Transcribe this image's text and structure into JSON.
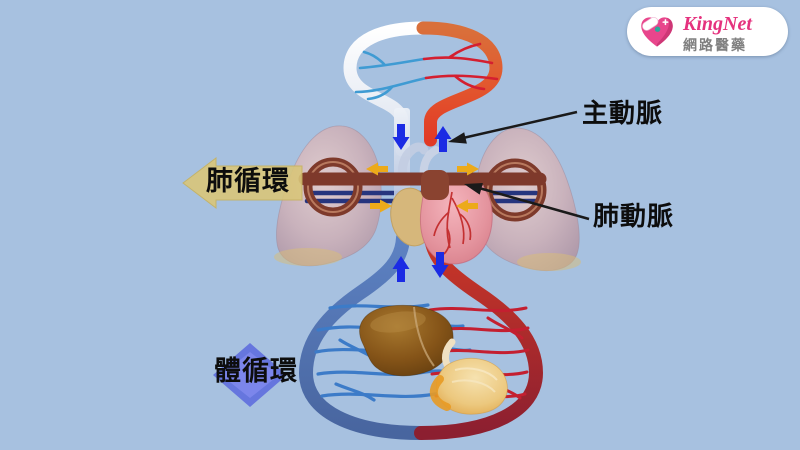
{
  "labels": {
    "aorta": "主動脈",
    "pulmonary_artery": "肺動脈",
    "pulmonary_circulation": "肺循環",
    "systemic_circulation": "體循環"
  },
  "logo": {
    "brand": "KingNet",
    "subtitle": "網路醫藥",
    "brand_color": "#e5327e",
    "subtitle_color": "#808080"
  },
  "palette": {
    "background": "#a7c1e0",
    "artery_bright_red": "#dd3222",
    "artery_dark_red": "#7e392b",
    "systemic_artery_red": "#8c1f30",
    "systemic_vein_blue": "#4a68a6",
    "pulmonary_vein_navy": "#26357e",
    "vena_cava_pale": "#c3cfe6",
    "capillary_blue": "#3c7bc8",
    "capillary_red": "#c41f30",
    "flow_arrow_blue": "#1b2be4",
    "flow_arrow_yellow": "#ecaa1a",
    "label_arrow_yellow": "#d9c67a",
    "label_diamond_blue": "#5b68dd",
    "annotation_black": "#1a1a1a",
    "logo_pink": "#e8468c"
  },
  "icons": {
    "logo_heart": "heart-pill-icon",
    "pulmonary_circulation_marker": "left-arrow-icon",
    "systemic_circulation_marker": "diamond-icon",
    "blood_flow_up": "up-arrow-icon",
    "blood_flow_down": "down-arrow-icon",
    "blood_flow_left": "left-arrow-icon",
    "blood_flow_right": "right-arrow-icon"
  }
}
